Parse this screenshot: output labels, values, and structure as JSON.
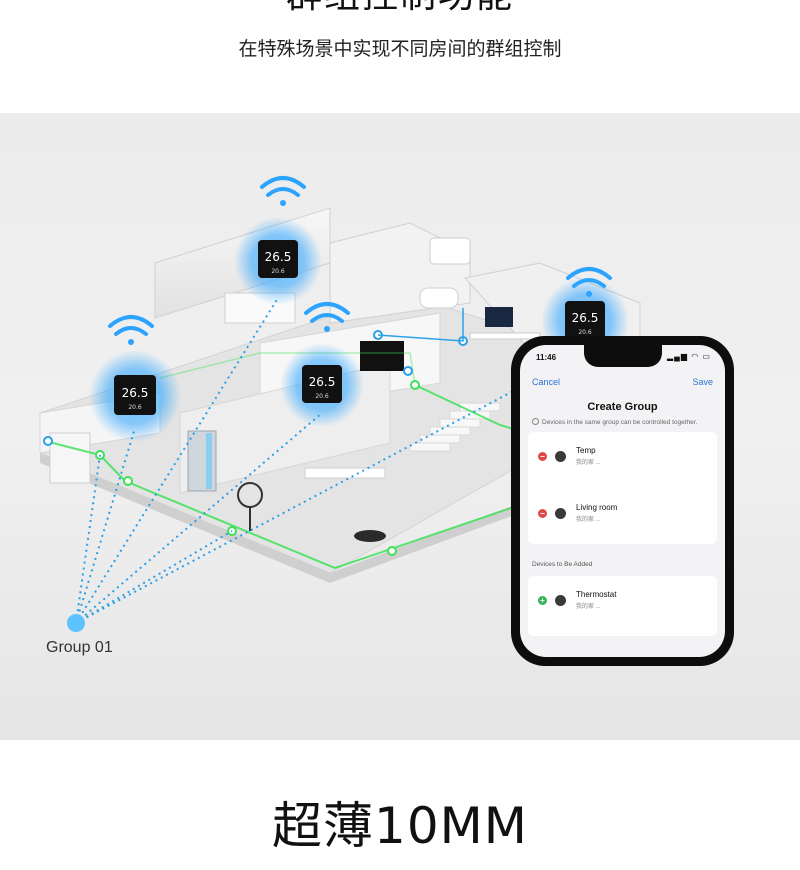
{
  "header": {
    "heading": "群组控制功能",
    "subtitle": "在特殊场景中实现不同房间的群组控制"
  },
  "scene": {
    "group_label": "Group 01",
    "thermostat_temp_main": "26.5",
    "thermostat_temp_sub": "20.6",
    "colors": {
      "wifi_blue": "#2ba3ff",
      "link_green": "#3ee05a",
      "dotted_blue": "#2aa0e8"
    }
  },
  "phone": {
    "status_time": "11:46",
    "cancel_label": "Cancel",
    "save_label": "Save",
    "title": "Create Group",
    "hint": "Devices in the same group can be controlled together.",
    "grouped_devices": [
      {
        "name": "Temp",
        "room": "我的家 ..."
      },
      {
        "name": "Living room",
        "room": "我的家 ..."
      }
    ],
    "section_label": "Devices to Be Added",
    "to_add_devices": [
      {
        "name": "Thermostat",
        "room": "我的家 ..."
      }
    ]
  },
  "footer": {
    "title": "超薄10MM"
  }
}
